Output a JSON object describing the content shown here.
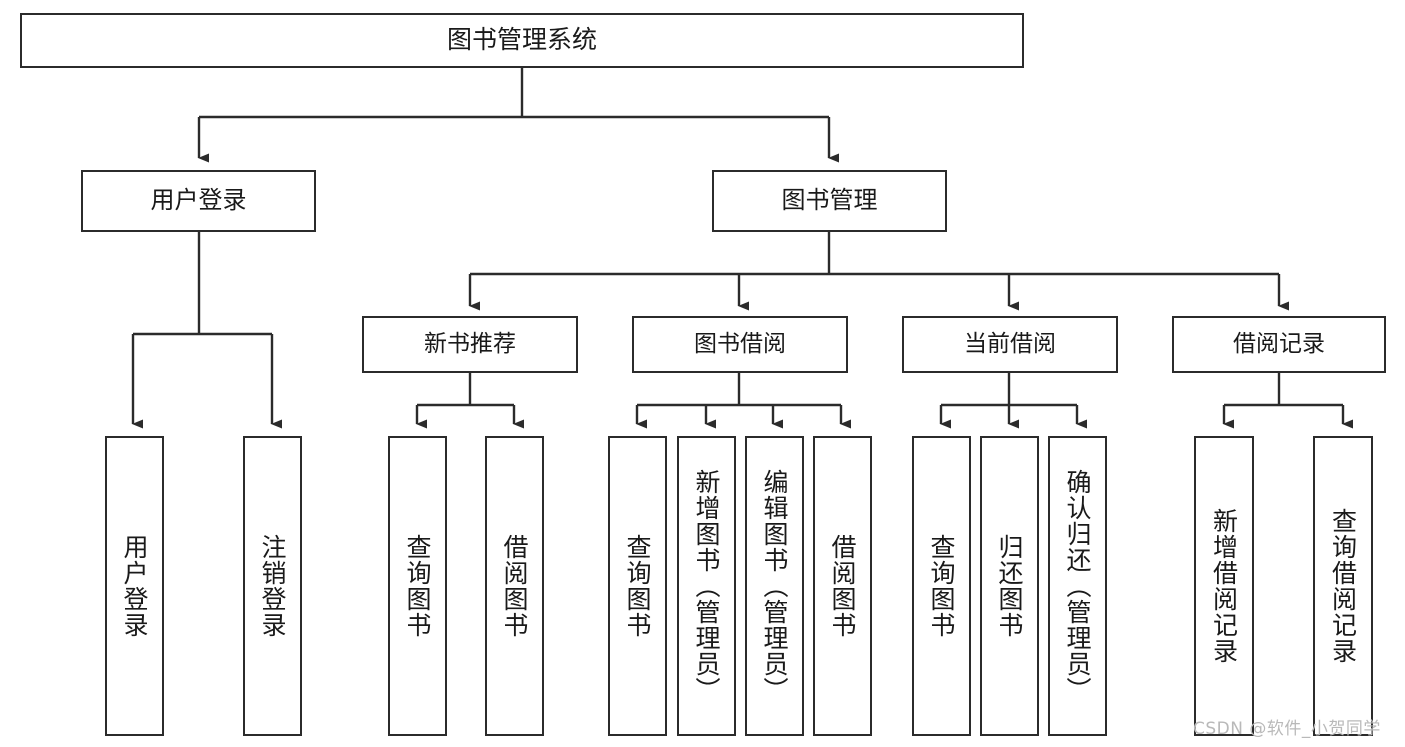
{
  "diagram": {
    "title": "图书管理系统",
    "type": "tree",
    "stroke_color": "#2b2b2b",
    "fill_color": "#ffffff",
    "text_color": "#1a1a1a",
    "watermark": "CSDN @软件_小贺同学",
    "watermark_color": "#b9b9b9",
    "nodes": {
      "root": {
        "label": "图书管理系统"
      },
      "level2": [
        {
          "id": "user-login",
          "label": "用户登录"
        },
        {
          "id": "book-manage",
          "label": "图书管理"
        }
      ],
      "level3": [
        {
          "id": "new-book-recommend",
          "label": "新书推荐"
        },
        {
          "id": "book-borrow",
          "label": "图书借阅"
        },
        {
          "id": "current-borrow",
          "label": "当前借阅"
        },
        {
          "id": "borrow-record",
          "label": "借阅记录"
        }
      ],
      "leaves": {
        "user-login": [
          {
            "id": "leaf-user-login",
            "label": "用户登录"
          },
          {
            "id": "leaf-logout",
            "label": "注销登录"
          }
        ],
        "new-book-recommend": [
          {
            "id": "leaf-query-book-1",
            "label": "查询图书"
          },
          {
            "id": "leaf-borrow-book-1",
            "label": "借阅图书"
          }
        ],
        "book-borrow": [
          {
            "id": "leaf-query-book-2",
            "label": "查询图书"
          },
          {
            "id": "leaf-add-book",
            "label": "新增图书（管理员）"
          },
          {
            "id": "leaf-edit-book",
            "label": "编辑图书（管理员）"
          },
          {
            "id": "leaf-borrow-book-2",
            "label": "借阅图书"
          }
        ],
        "current-borrow": [
          {
            "id": "leaf-query-book-3",
            "label": "查询图书"
          },
          {
            "id": "leaf-return-book",
            "label": "归还图书"
          },
          {
            "id": "leaf-confirm-return",
            "label": "确认归还（管理员）"
          }
        ],
        "borrow-record": [
          {
            "id": "leaf-add-record",
            "label": "新增借阅记录"
          },
          {
            "id": "leaf-query-record",
            "label": "查询借阅记录"
          }
        ]
      }
    }
  }
}
